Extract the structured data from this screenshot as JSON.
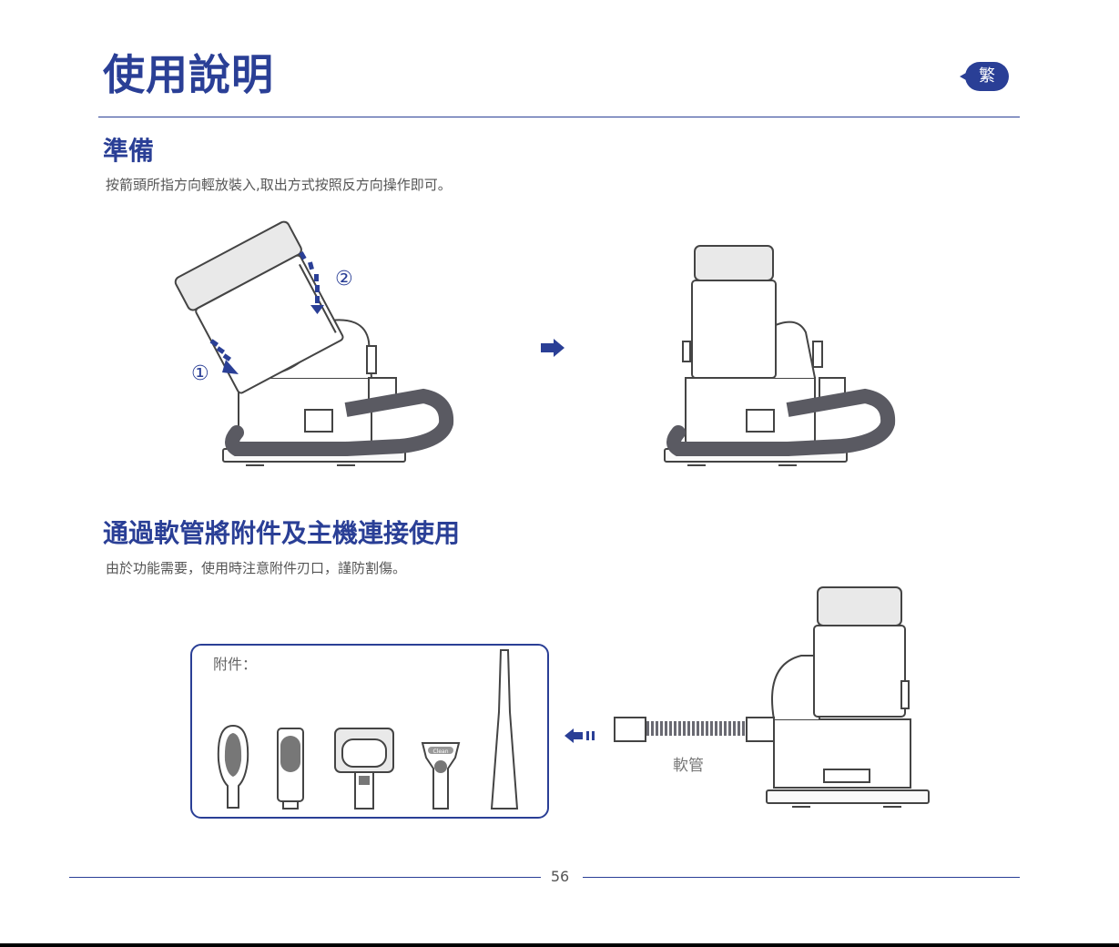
{
  "header": {
    "title": "使用說明",
    "lang_badge": "繁"
  },
  "section_prepare": {
    "heading": "準備",
    "description": "按箭頭所指方向輕放裝入,取出方式按照反方向操作即可。",
    "step_markers": [
      "①",
      "②"
    ]
  },
  "section_connect": {
    "heading": "通過軟管將附件及主機連接使用",
    "description": "由於功能需要，使用時注意附件刃口，謹防割傷。",
    "accessories_label": "附件：",
    "hose_label": "軟管",
    "accessory_tool_marking": "Clean"
  },
  "footer": {
    "page_number": "56"
  },
  "colors": {
    "accent": "#2a3f96",
    "line_art": "#444444",
    "hose": "#5a5a62"
  }
}
